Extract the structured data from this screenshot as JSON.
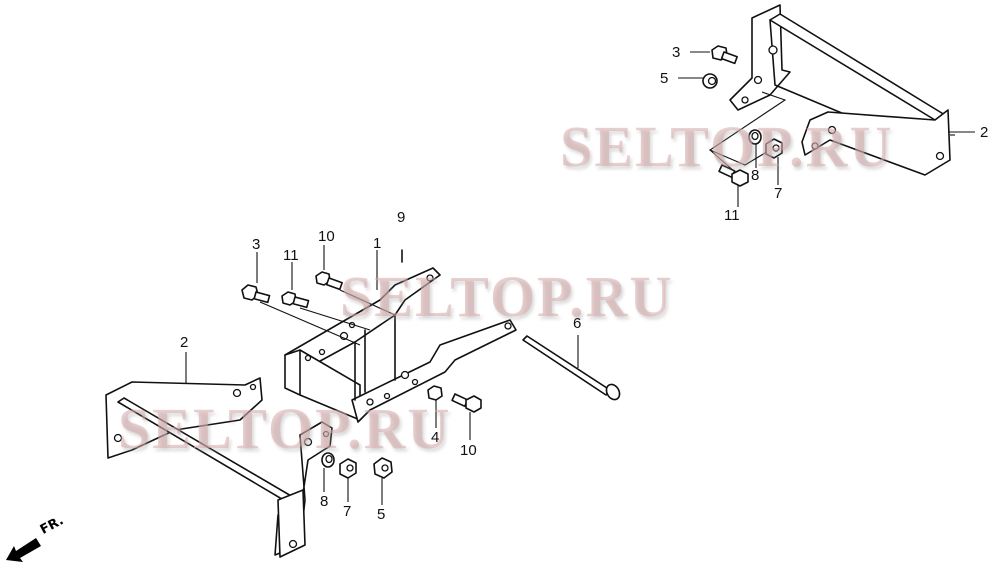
{
  "diagram": {
    "type": "exploded-parts-diagram",
    "description": "Mounting frame assembly with brackets, bolts, nuts and pin",
    "direction_indicator": {
      "label": "FR.",
      "icon": "arrow-down-left-icon"
    },
    "watermarks": [
      "SELTOP.RU",
      "SELTOP.RU",
      "SELTOP.RU"
    ],
    "callouts": [
      {
        "id": "c-3-top",
        "label": "3",
        "part": "bolt"
      },
      {
        "id": "c-5-top",
        "label": "5",
        "part": "nut"
      },
      {
        "id": "c-2-top",
        "label": "2",
        "part": "bracket"
      },
      {
        "id": "c-8-top",
        "label": "8",
        "part": "washer"
      },
      {
        "id": "c-7-top",
        "label": "7",
        "part": "nut"
      },
      {
        "id": "c-11-top",
        "label": "11",
        "part": "bolt"
      },
      {
        "id": "c-9",
        "label": "9",
        "part": "pin"
      },
      {
        "id": "c-1",
        "label": "1",
        "part": "frame"
      },
      {
        "id": "c-10-mid",
        "label": "10",
        "part": "bolt"
      },
      {
        "id": "c-11-mid",
        "label": "11",
        "part": "bolt"
      },
      {
        "id": "c-3-mid",
        "label": "3",
        "part": "bolt"
      },
      {
        "id": "c-6",
        "label": "6",
        "part": "pivot-pin"
      },
      {
        "id": "c-2-bot",
        "label": "2",
        "part": "bracket"
      },
      {
        "id": "c-4",
        "label": "4",
        "part": "nut"
      },
      {
        "id": "c-10-bot",
        "label": "10",
        "part": "bolt"
      },
      {
        "id": "c-8-bot",
        "label": "8",
        "part": "washer"
      },
      {
        "id": "c-7-bot",
        "label": "7",
        "part": "nut"
      },
      {
        "id": "c-5-bot",
        "label": "5",
        "part": "nut"
      }
    ]
  }
}
